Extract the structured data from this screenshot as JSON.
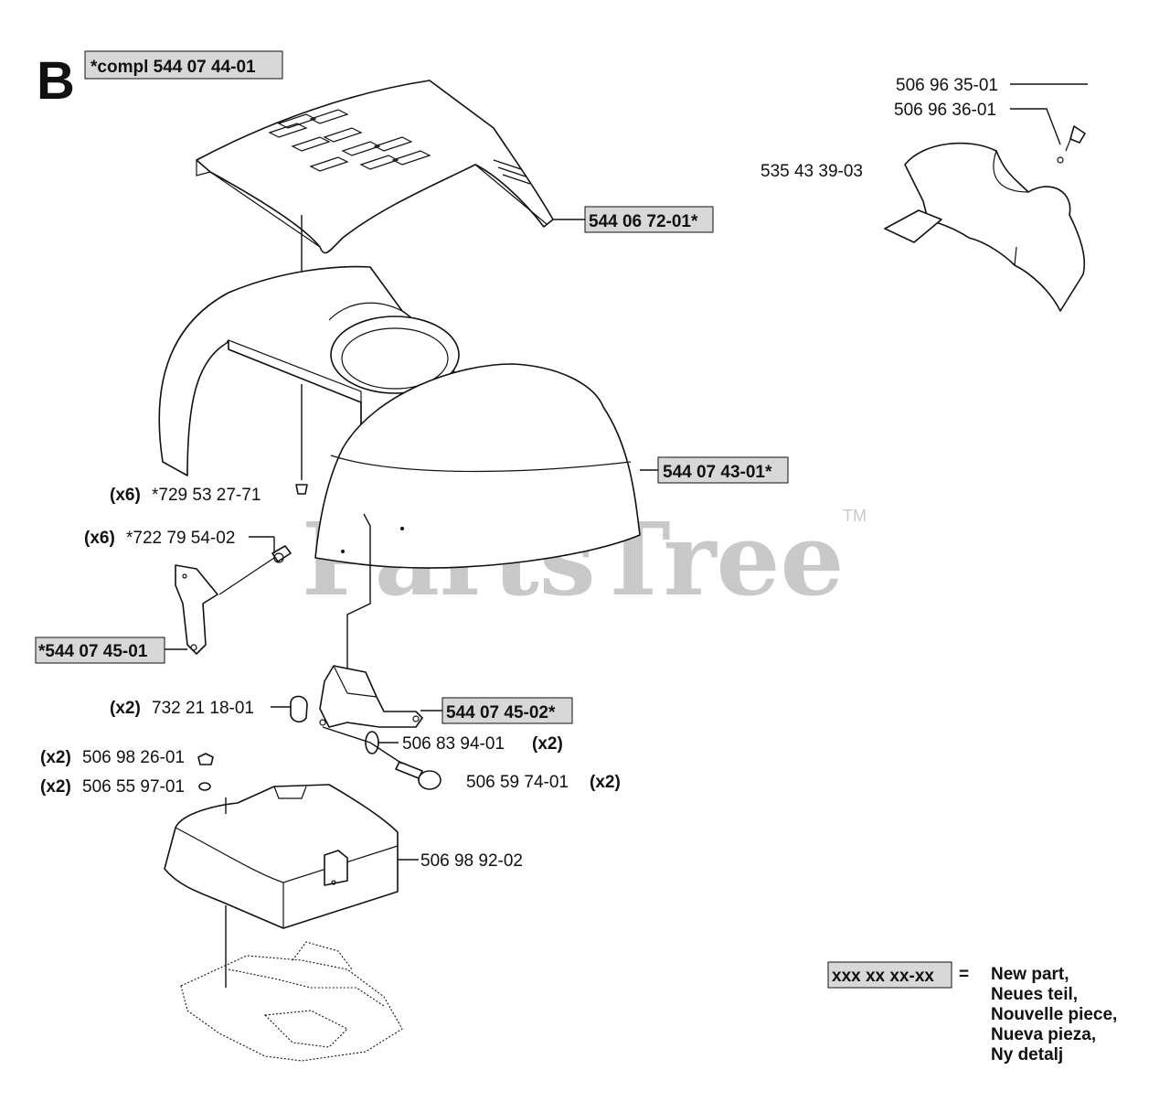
{
  "section_letter": "B",
  "watermark": "PartsTree",
  "trademark": "TM",
  "parts": {
    "compl": "*compl 544 07 44-01",
    "p1": "544 06 72-01*",
    "p2": "506 96 35-01",
    "p3": "506 96 36-01",
    "p4": "535 43 39-03",
    "p5": "544 07 43-01*",
    "p6_qty": "(x6)",
    "p6": "*729 53 27-71",
    "p7_qty": "(x6)",
    "p7": "*722 79 54-02",
    "p8": "*544 07 45-01",
    "p9_qty": "(x2)",
    "p9": "732 21 18-01",
    "p10": "544 07 45-02*",
    "p11": "506 83 94-01",
    "p11_qty": "(x2)",
    "p12_qty": "(x2)",
    "p12": "506 98 26-01",
    "p13_qty": "(x2)",
    "p13": "506 55 97-01",
    "p14": "506 59 74-01",
    "p14_qty": "(x2)",
    "p15": "506 98 92-02"
  },
  "legend": {
    "code": "xxx xx xx-xx",
    "equals": "=",
    "lines": [
      "New part,",
      "Neues teil,",
      "Nouvelle piece,",
      "Nueva pieza,",
      "Ny detalj"
    ]
  }
}
